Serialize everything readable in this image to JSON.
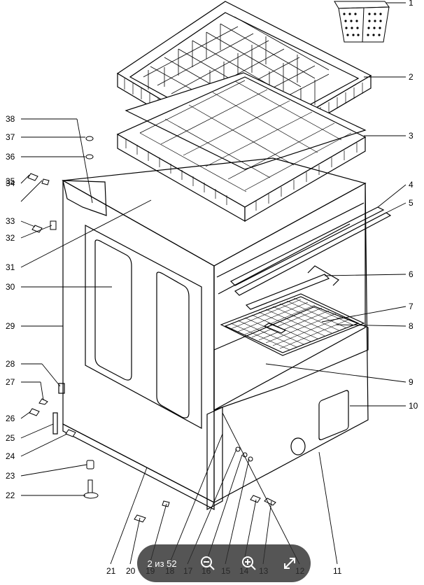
{
  "callouts": [
    "1",
    "2",
    "3",
    "4",
    "5",
    "6",
    "7",
    "8",
    "9",
    "10",
    "11",
    "12",
    "13",
    "14",
    "15",
    "16",
    "17",
    "18",
    "19",
    "20",
    "21",
    "22",
    "23",
    "24",
    "25",
    "26",
    "27",
    "28",
    "29",
    "30",
    "31",
    "32",
    "33",
    "34",
    "35",
    "36",
    "37",
    "38"
  ],
  "viewer": {
    "page_indicator": "2 из 52",
    "zoom_out_icon": "magnifier-minus",
    "zoom_in_icon": "magnifier-plus",
    "fullscreen_icon": "expand-arrows"
  },
  "colors": {
    "line": "#000000",
    "toolbar_bg": "#303030",
    "toolbar_fg": "#ffffff"
  }
}
